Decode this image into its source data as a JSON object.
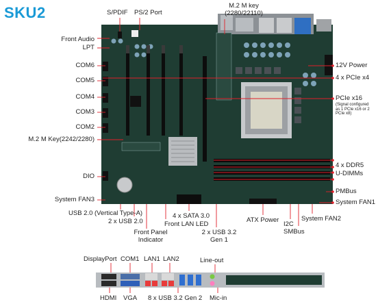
{
  "title": "SKU2",
  "labels": {
    "spdif": "S/PDIF",
    "ps2": "PS/2 Port",
    "m2_top_1": "M.2 M key",
    "m2_top_2": "(2280/22110)",
    "front_audio": "Front Audio",
    "lpt": "LPT",
    "com6": "COM6",
    "com5": "COM5",
    "com4": "COM4",
    "com3": "COM3",
    "com2": "COM2",
    "m2_mid": "M.2 M Key(2242/2280)",
    "dio": "DIO",
    "sysfan3": "System FAN3",
    "v12": "12V Power",
    "pcie_x4": "4 x PCIe x4",
    "pcie_x16": "PCIe x16",
    "pcie_note_1": "(Signal configured",
    "pcie_note_2": "as 1 PCIe x16 or 2",
    "pcie_note_3": "PCIe x8)",
    "ddr5_1": "4 x DDR5",
    "ddr5_2": "U-DIMMs",
    "pmbus": "PMBus",
    "sysfan1": "System FAN1",
    "sysfan2": "System FAN2",
    "usb20_vert": "USB 2.0 (Vertical Type-A)",
    "usb20_2x": "2 x USB 2.0",
    "sata": "4 x SATA 3.0",
    "front_lan": "Front LAN LED",
    "front_panel_1": "Front Panel",
    "front_panel_2": "Indicator",
    "usb32_1": "2 x USB 3.2",
    "usb32_2": "Gen 1",
    "atx": "ATX Power",
    "i2c": "I2C",
    "smbus": "SMBus",
    "displayport": "DisplayPort",
    "com1": "COM1",
    "lan1": "LAN1",
    "lan2": "LAN2",
    "lineout": "Line-out",
    "hdmi": "HDMI",
    "vga": "VGA",
    "usb32gen2": "8 x USB 3.2 Gen 2",
    "micin": "Mic-in"
  },
  "colors": {
    "accent": "#1a9ad6",
    "callout": "#e0202a",
    "pcb": "#1f3d33"
  }
}
